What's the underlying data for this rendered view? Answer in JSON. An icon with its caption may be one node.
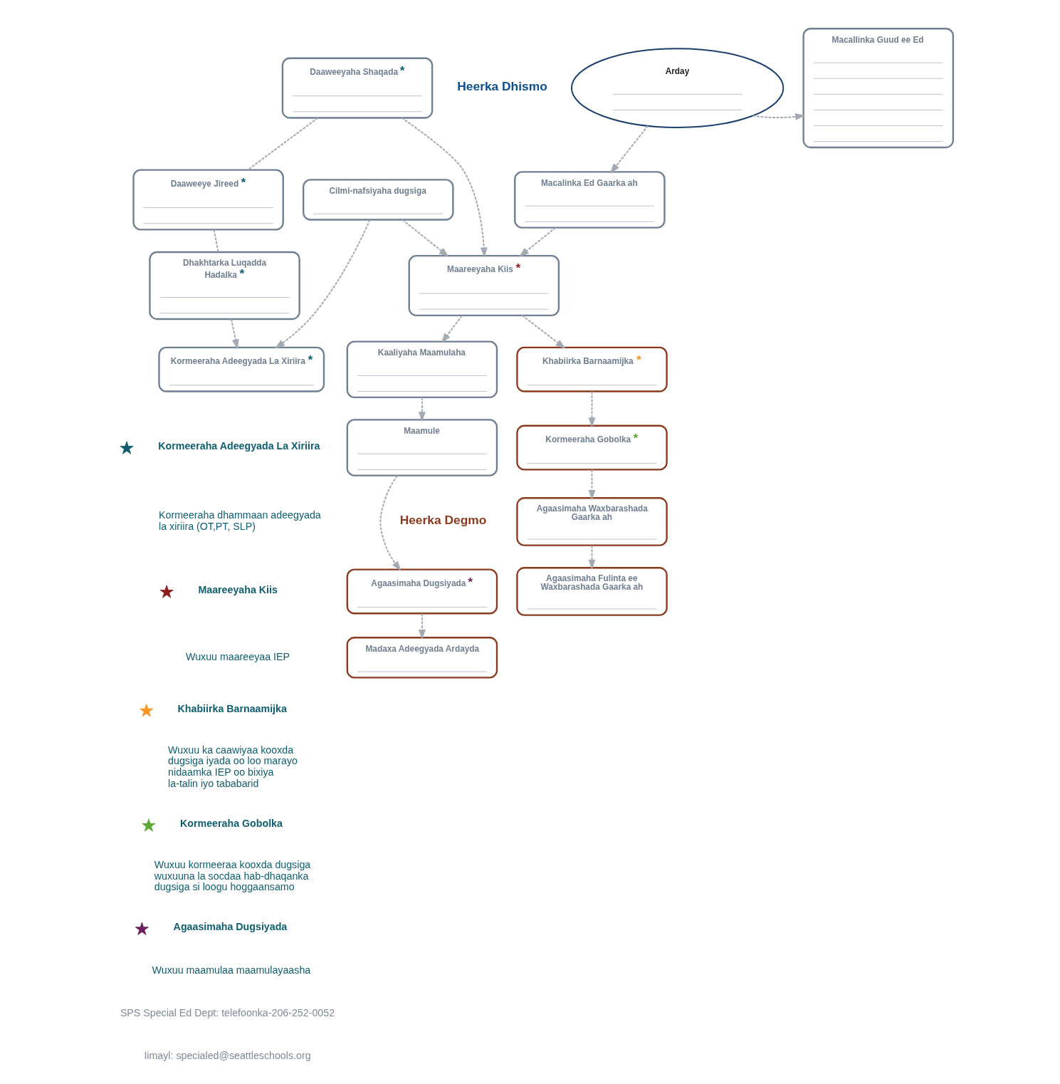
{
  "diagram": {
    "nodes": [
      {
        "text": [
          "Arday"
        ]
      },
      {
        "text": [
          "Macalinka Ed Gaarka ah"
        ]
      },
      {
        "text": [
          "Macallinka Guud ee Ed"
        ]
      },
      {
        "text": [
          "Maareeyaha Kiis",
          "*"
        ]
      },
      {
        "text": [
          "Daaweeyaha Shaqada",
          "*"
        ]
      },
      {
        "text": [
          "Daaweeye Jireed",
          "*"
        ]
      },
      {
        "text": [
          "Dhakhtarka Luqadda Hadalka",
          "*"
        ]
      },
      {
        "text": [
          "Cilmi-nafsiyaha dugsiga"
        ]
      },
      {
        "text": [
          "Kormeeraha Adeegyada La Xiriira",
          "*"
        ]
      },
      {
        "text": [
          "Kaaliyaha Maamulaha"
        ]
      },
      {
        "text": [
          "Khabiirka Barnaamijka",
          "*"
        ]
      },
      {
        "text": [
          "Maamule"
        ]
      },
      {
        "text": [
          "Kormeeraha Gobolka",
          "*"
        ]
      },
      {
        "text": [
          "Agaasimaha Dugsiyada",
          "*"
        ]
      },
      {
        "text": [
          "Agaasimaha Waxbarashada Gaarka ah"
        ]
      },
      {
        "text": [
          "Madaxa Adeegyada Ardayda"
        ]
      },
      {
        "text": [
          "Agaasimaha Fulinta ee Waxbarashada Gaarka ah"
        ]
      }
    ],
    "edges": [
      {
        "from": 0,
        "to": 1,
        "arrow": "to",
        "style": "dashed"
      },
      {
        "from": 0,
        "to": 2,
        "arrow": "to",
        "style": "dashed"
      },
      {
        "from": 4,
        "to": 5,
        "arrow": "none",
        "style": "dashed"
      },
      {
        "from": 5,
        "to": 6,
        "arrow": "none",
        "style": "dashed"
      },
      {
        "from": 6,
        "to": 8,
        "arrow": "to",
        "style": "dashed"
      },
      {
        "from": 7,
        "to": 8,
        "arrow": "to",
        "style": "dashed"
      },
      {
        "from": 4,
        "to": 3,
        "arrow": "to",
        "style": "dashed"
      },
      {
        "from": 7,
        "to": 3,
        "arrow": "to",
        "style": "dashed"
      },
      {
        "from": 1,
        "to": 3,
        "arrow": "to",
        "style": "dashed"
      },
      {
        "from": 3,
        "to": 9,
        "arrow": "to",
        "style": "dashed"
      },
      {
        "from": 3,
        "to": 10,
        "arrow": "to",
        "style": "dashed"
      },
      {
        "from": 9,
        "to": 11,
        "arrow": "to",
        "style": "dashed"
      },
      {
        "from": 11,
        "to": 13,
        "arrow": "to",
        "style": "dashed"
      },
      {
        "from": 13,
        "to": 15,
        "arrow": "to",
        "style": "dashed"
      },
      {
        "from": 10,
        "to": 12,
        "arrow": "to",
        "style": "dashed"
      },
      {
        "from": 12,
        "to": 14,
        "arrow": "to",
        "style": "dashed"
      },
      {
        "from": 14,
        "to": 16,
        "arrow": "to",
        "style": "dashed"
      }
    ],
    "labels": [
      "Heerka Dhismo",
      "Kormeeraha dhammaan adeegyada la xiriira (OT,PT, SLP)",
      "Wuxuu maareeyaa IEP",
      "Wuxuu ka caawiyaa kooxda dugsiga iyada oo loo marayo nidaamka IEP oo bixiya la-talin iyo tababarid",
      "Wuxuu kormeeraa kooxda dugsiga wuxuuna la socdaa hab-dhaqanka dugsiga si loogu hoggaansamo",
      "Wuxuu maamulaa maamulayaasha",
      "Heerka Degmo",
      "SPS Special Ed Dept: telefoonka-206-252-0052",
      "Iimayl: specialed@seattleschools.org"
    ],
    "legend": [
      {
        "text": "Kormeeraha Adeegyada La Xiriira",
        "color": "#0e5e6f"
      },
      {
        "text": "Maareeyaha Kiis",
        "color": "#8b1a1a"
      },
      {
        "text": "Khabiirka Barnaamijka",
        "color": "#f7941d"
      },
      {
        "text": "Kormeeraha Gobolka",
        "color": "#5aa832"
      },
      {
        "text": "Agaasimaha Dugsiyada",
        "color": "#6b1e5b"
      }
    ]
  }
}
